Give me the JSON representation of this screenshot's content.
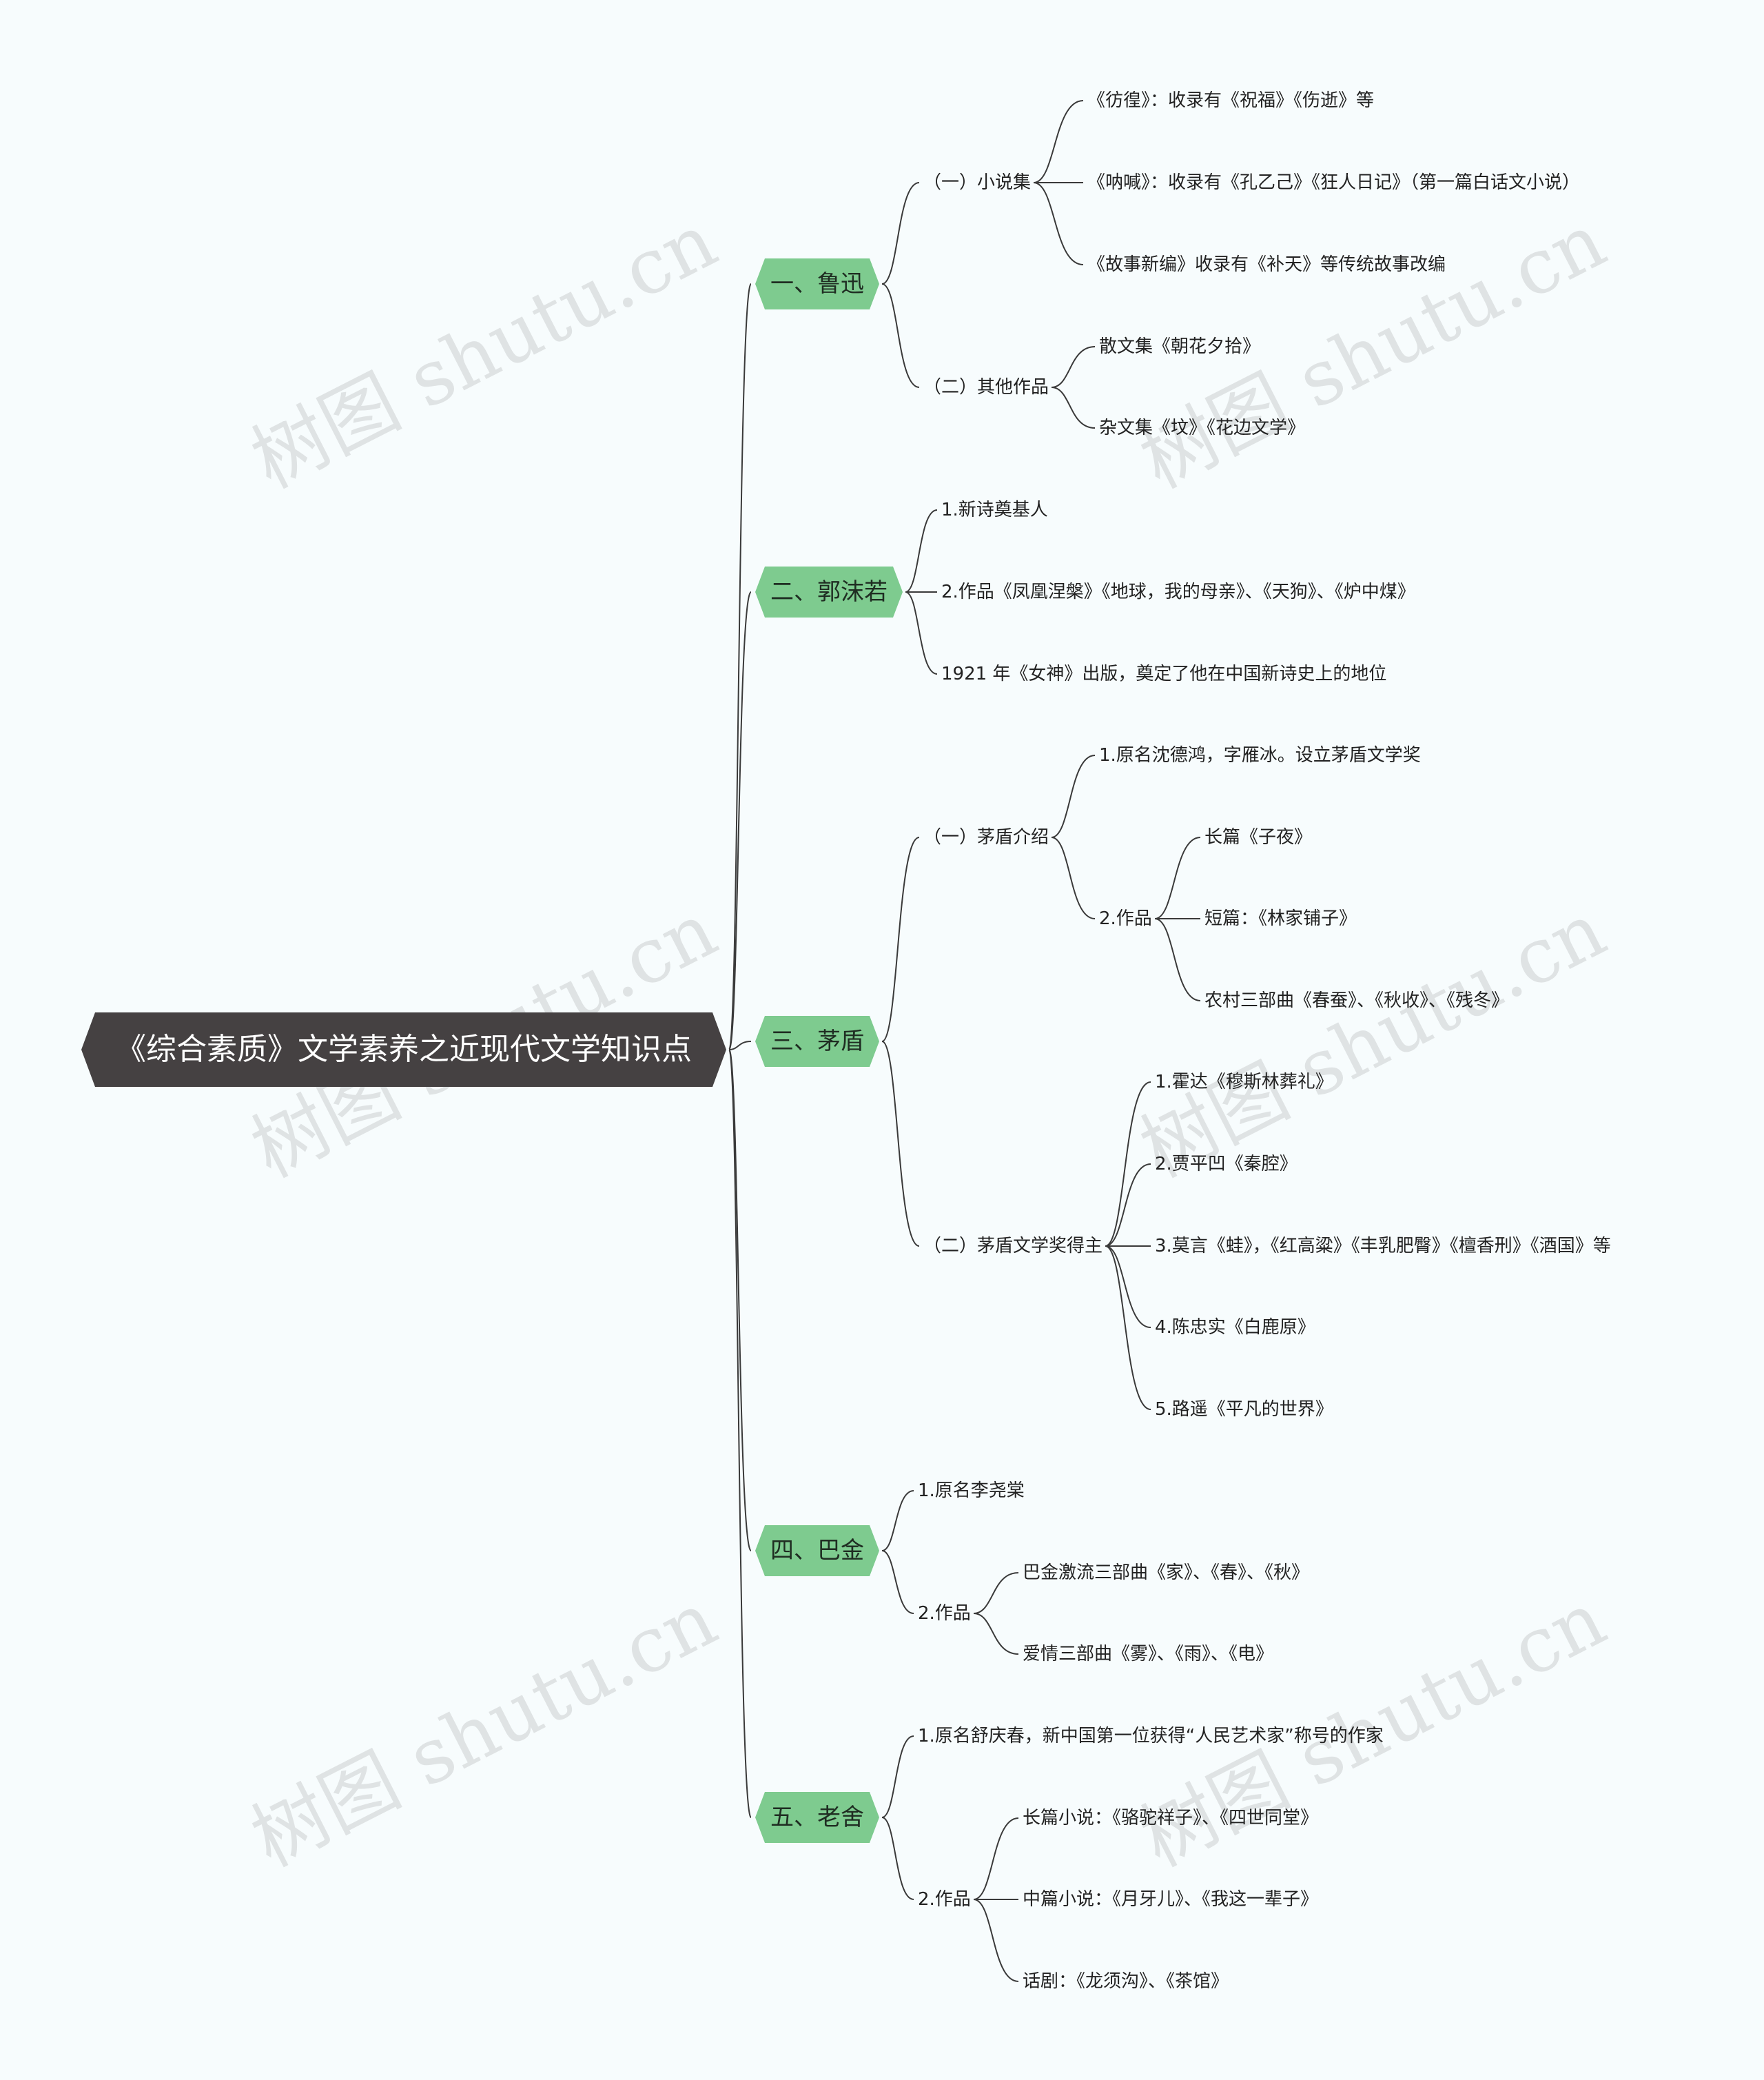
{
  "root": "《综合素质》文学素养之近现代文学知识点",
  "watermark": "树图 shutu.cn",
  "branches": [
    {
      "label": "一、鲁迅",
      "children": [
        {
          "label": "（一）小说集",
          "children": [
            {
              "label": "《彷徨》：收录有《祝福》《伤逝》等"
            },
            {
              "label": "《呐喊》：收录有《孔乙己》《狂人日记》（第一篇白话文小说）"
            },
            {
              "label": "《故事新编》收录有《补天》等传统故事改编"
            }
          ]
        },
        {
          "label": "（二）其他作品",
          "children": [
            {
              "label": "散文集《朝花夕拾》"
            },
            {
              "label": "杂文集《坟》《花边文学》"
            }
          ]
        }
      ]
    },
    {
      "label": "二、郭沫若",
      "children": [
        {
          "label": "1.新诗奠基人"
        },
        {
          "label": "2.作品《凤凰涅槃》《地球，我的母亲》、《天狗》、《炉中煤》"
        },
        {
          "label": "1921 年《女神》出版，奠定了他在中国新诗史上的地位"
        }
      ]
    },
    {
      "label": "三、茅盾",
      "children": [
        {
          "label": "（一）茅盾介绍",
          "children": [
            {
              "label": "1.原名沈德鸿，字雁冰。设立茅盾文学奖"
            },
            {
              "label": "2.作品",
              "children": [
                {
                  "label": "长篇《子夜》"
                },
                {
                  "label": "短篇：《林家铺子》"
                },
                {
                  "label": "农村三部曲《春蚕》、《秋收》、《残冬》"
                }
              ]
            }
          ]
        },
        {
          "label": "（二）茅盾文学奖得主",
          "children": [
            {
              "label": "1.霍达《穆斯林葬礼》"
            },
            {
              "label": "2.贾平凹《秦腔》"
            },
            {
              "label": "3.莫言《蛙》，《红高粱》《丰乳肥臀》《檀香刑》《酒国》等"
            },
            {
              "label": "4.陈忠实《白鹿原》"
            },
            {
              "label": "5.路遥《平凡的世界》"
            }
          ]
        }
      ]
    },
    {
      "label": "四、巴金",
      "children": [
        {
          "label": "1.原名李尧棠"
        },
        {
          "label": "2.作品",
          "children": [
            {
              "label": "巴金激流三部曲《家》、《春》、《秋》"
            },
            {
              "label": "爱情三部曲《雾》、《雨》、《电》"
            }
          ]
        }
      ]
    },
    {
      "label": "五、老舍",
      "children": [
        {
          "label": "1.原名舒庆春，新中国第一位获得“人民艺术家”称号的作家"
        },
        {
          "label": "2.作品",
          "children": [
            {
              "label": "长篇小说：《骆驼祥子》、《四世同堂》"
            },
            {
              "label": "中篇小说：《月牙儿》、《我这一辈子》"
            },
            {
              "label": "话剧：《龙须沟》、《茶馆》"
            }
          ]
        }
      ]
    }
  ]
}
